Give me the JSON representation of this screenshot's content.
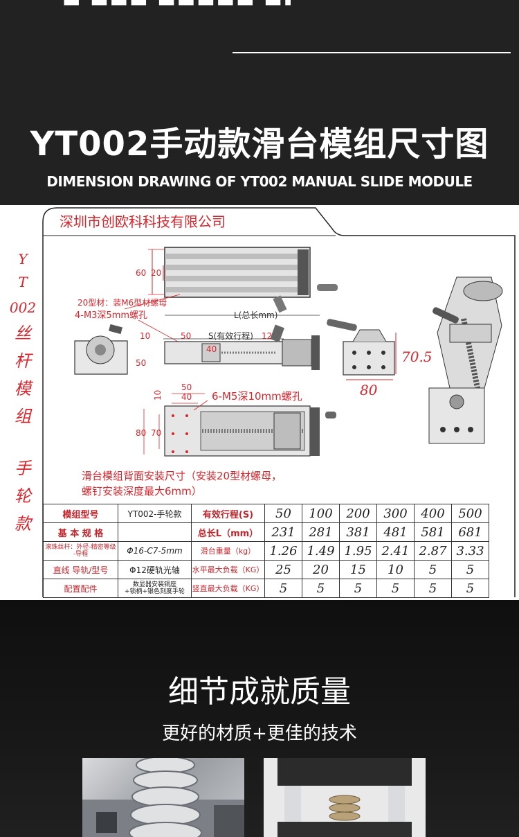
{
  "header": {
    "prev_heading_fragment": "■ ■■■ ■■■■■ ■■",
    "title": "YT002手动款滑台模组尺寸图",
    "subtitle": "DIMENSION DRAWING OF YT002 MANUAL SLIDE MODULE"
  },
  "drawing": {
    "company": "深圳市创欧科科技有限公司",
    "side_label_chars": [
      "Y",
      "T",
      "002",
      "丝",
      "杆",
      "模",
      "组",
      "手",
      "轮",
      "款"
    ],
    "annotations": {
      "nut_note": "20型材：装M6型材螺母",
      "hole_note_m3": "4-M3深5mm螺孔",
      "total_length": "L(总长mm)",
      "stroke": "S(有效行程)",
      "hole_note_m5": "6-M5深10mm螺孔",
      "back_mount_line1": "滑台模组背面安装尺寸（安装20型材螺母，",
      "back_mount_line2": "螺钉安装深度最大6mm）"
    },
    "dims": {
      "d60": "60",
      "d20": "20",
      "d10a": "10",
      "d50a": "50",
      "d12": "12",
      "d40a": "40",
      "d50b": "50",
      "d50c": "50",
      "d40b": "40",
      "d10b": "10",
      "d80": "80",
      "d70": "70",
      "d70_5": "70.5",
      "d80_big": "80"
    }
  },
  "spec_table": {
    "r1": {
      "c1": "模组型号",
      "c2": "YT002-手轮款",
      "c3": "有效行程(S)"
    },
    "r2": {
      "c1": "基 本 规 格",
      "c3": "总长L（mm）"
    },
    "r3": {
      "c1a": "滚珠丝杆：外径-精密等级",
      "c1b": "-导程",
      "c2": "Φ16-C7-5mm",
      "c3": "滑台重量（kg）"
    },
    "r4": {
      "c1": "直线 导轨/型号",
      "c2": "Φ12硬轨光轴",
      "c3": "水平最大负载（KG）"
    },
    "r5": {
      "c1": "配置配件",
      "c2a": "数显器安装铜座",
      "c2b": "+锁柄+银色刻度手轮",
      "c3": "竖直最大负载（KG）"
    },
    "stroke": [
      "50",
      "100",
      "200",
      "300",
      "400",
      "500"
    ],
    "total_length": [
      "231",
      "281",
      "381",
      "481",
      "581",
      "681"
    ],
    "weight": [
      "1.26",
      "1.49",
      "1.95",
      "2.41",
      "2.87",
      "3.33"
    ],
    "horizontal_load": [
      "25",
      "20",
      "15",
      "10",
      "5",
      "5"
    ],
    "vertical_load": [
      "5",
      "5",
      "5",
      "5",
      "5",
      "5"
    ]
  },
  "details": {
    "title": "细节成就质量",
    "subtitle": "更好的材质+更佳的技术"
  },
  "colors": {
    "accent_red": "#d8262d",
    "dark_bg": "#222222"
  }
}
